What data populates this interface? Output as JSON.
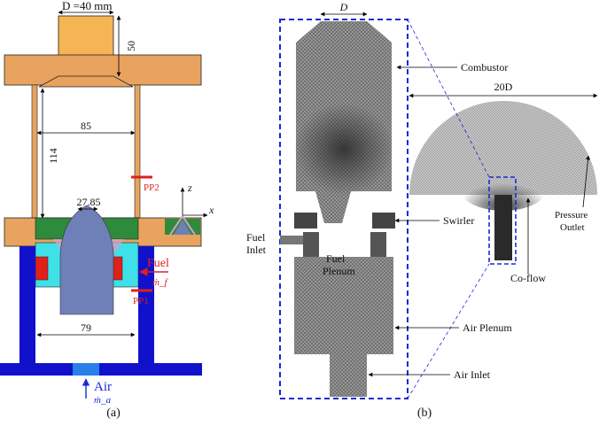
{
  "panel_a": {
    "caption": "(a)",
    "dim_D": "D =40 mm",
    "dim_50": "50",
    "dim_85": "85",
    "dim_114": "114",
    "dim_27_85": "27.85",
    "dim_79": "79",
    "pp2": "PP2",
    "pp1": "PP1",
    "fuel": "Fuel",
    "fuel_rate": "ṁ_f",
    "air": "Air",
    "air_rate": "ṁ_a",
    "axis_z": "z",
    "axis_x": "x",
    "colors": {
      "structure": "#e8a35f",
      "blue_body": "#1111cc",
      "fuel_red": "#e0201a",
      "green": "#2e8b3c",
      "cyan": "#40e0e8",
      "bluff": "#6f7fb8"
    }
  },
  "panel_b": {
    "caption": "(b)",
    "dim_D": "D",
    "dim_20D": "20D",
    "labels": {
      "combustor": "Combustor",
      "swirler": "Swirler",
      "fuel_inlet_1": "Fuel",
      "fuel_inlet_2": "Inlet",
      "fuel_plenum_1": "Fuel",
      "fuel_plenum_2": "Plenum",
      "co_flow": "Co-flow",
      "air_plenum": "Air Plenum",
      "air_inlet": "Air Inlet",
      "pressure_1": "Pressure",
      "pressure_2": "Outlet"
    }
  }
}
